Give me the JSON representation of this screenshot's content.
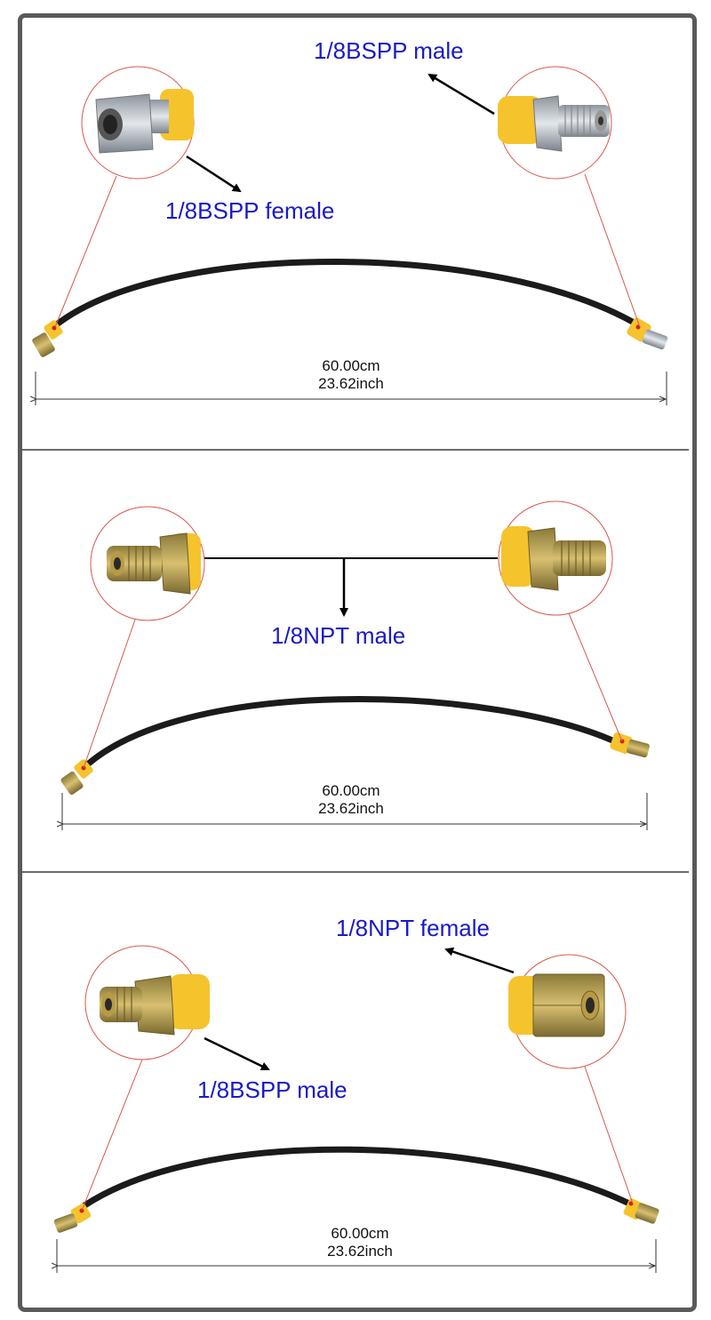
{
  "panels": [
    {
      "callout_labels": [
        "1/8BSPP male",
        "1/8BSPP female"
      ],
      "dimension": {
        "cm": "60.00cm",
        "inch": "23.62inch"
      }
    },
    {
      "callout_labels": [
        "1/8NPT male"
      ],
      "dimension": {
        "cm": "60.00cm",
        "inch": "23.62inch"
      }
    },
    {
      "callout_labels": [
        "1/8NPT female",
        "1/8BSPP male"
      ],
      "dimension": {
        "cm": "60.00cm",
        "inch": "23.62inch"
      }
    }
  ],
  "colors": {
    "label_text": "#1a1ac8",
    "hose": "#1b1b1b",
    "yellow_sleeve": "#f5c32c",
    "brass": "#c9a84a",
    "steel": "#c3c9d0",
    "callout_circle": "#d9574f",
    "frame_border": "#5a5a5a"
  }
}
